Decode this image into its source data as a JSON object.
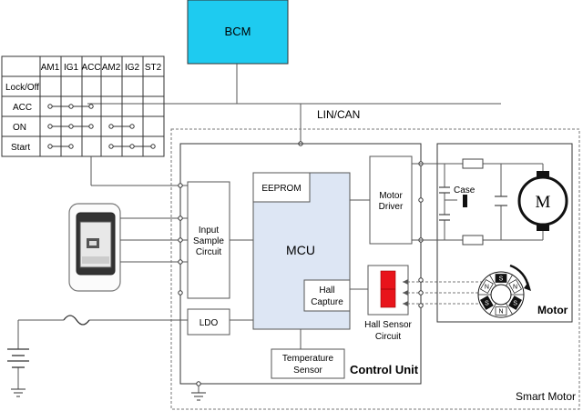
{
  "colors": {
    "bcm_fill": "#1ecbf0",
    "mcu_fill": "#dde6f4",
    "hall_sensor": "#e8141b",
    "magnet_pole": "#111111",
    "wire": "#555555"
  },
  "bcm": {
    "label": "BCM"
  },
  "bus": {
    "label": "LIN/CAN"
  },
  "switch_table": {
    "columns": [
      "AM1",
      "IG1",
      "ACC",
      "AM2",
      "IG2",
      "ST2"
    ],
    "rows": [
      "Lock/Off",
      "ACC",
      "ON",
      "Start"
    ]
  },
  "blocks": {
    "eeprom": "EEPROM",
    "mcu": "MCU",
    "input_sample": [
      "Input",
      "Sample",
      "Circuit"
    ],
    "motor_driver": [
      "Motor",
      "Driver"
    ],
    "hall_capture": [
      "Hall",
      "Capture"
    ],
    "hall_sensor": [
      "Hall Sensor",
      "Circuit"
    ],
    "ldo": "LDO",
    "temp_sensor": [
      "Temperature",
      "Sensor"
    ]
  },
  "motor": {
    "case_label": "Case",
    "symbol": "M",
    "title": "Motor"
  },
  "magnet": {
    "poles": [
      "S",
      "N",
      "S",
      "N",
      "S",
      "N"
    ]
  },
  "labels": {
    "control_unit": "Control Unit",
    "smart_motor": "Smart Motor"
  },
  "icons": [
    "ignition-switch-icon",
    "fuse-icon",
    "battery-icon",
    "ground-icon",
    "dc-motor-icon",
    "capacitor-icon",
    "resistor-icon",
    "ring-magnet-icon"
  ]
}
